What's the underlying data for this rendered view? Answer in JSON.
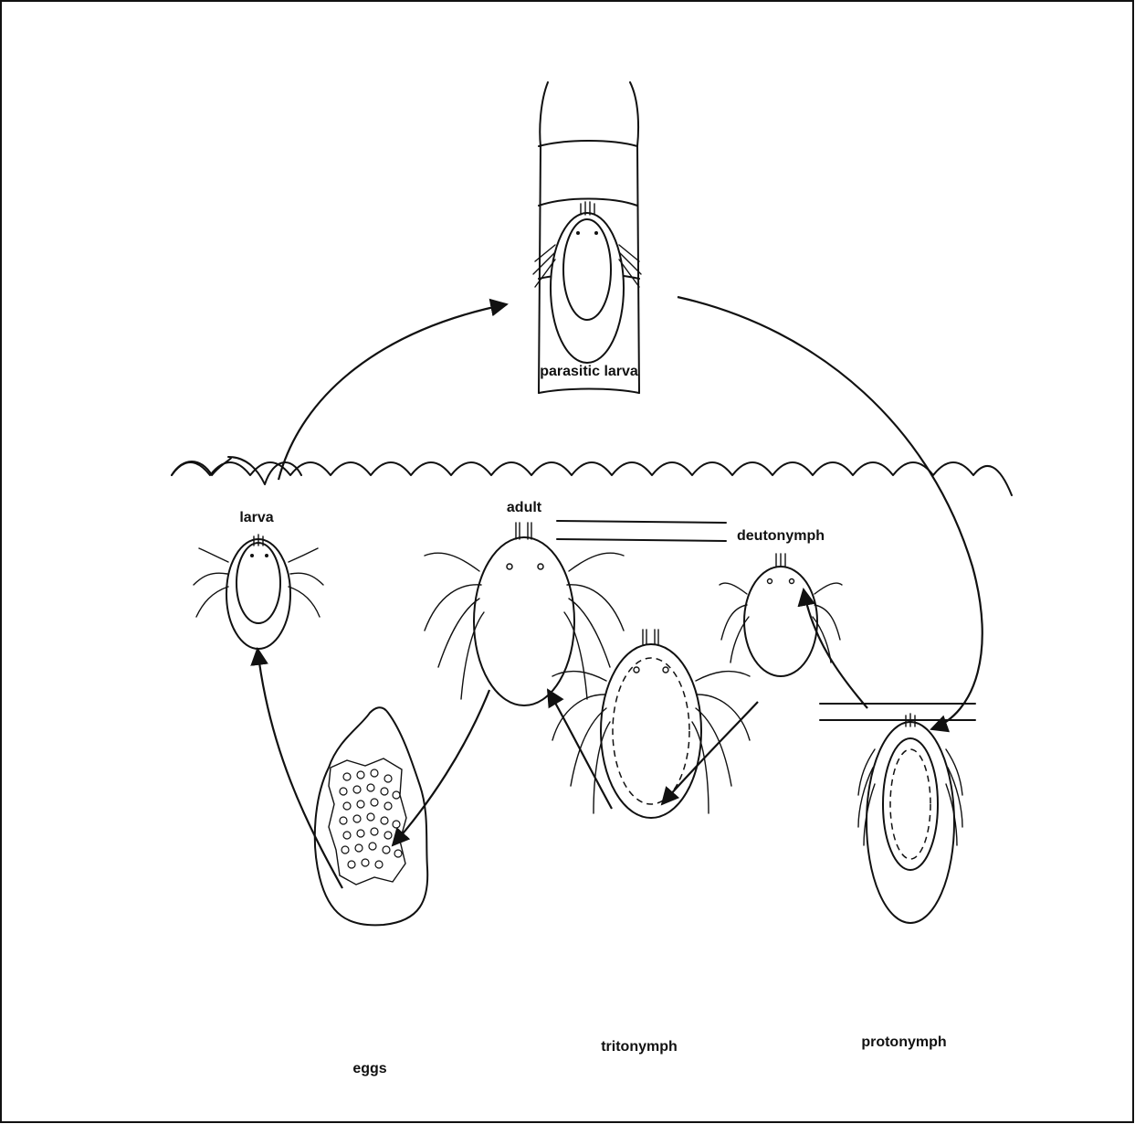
{
  "labels": {
    "parasitic_larva": "parasitic larva",
    "larva": "larva",
    "adult": "adult",
    "deutonymph": "deutonymph",
    "eggs": "eggs",
    "tritonymph": "tritonymph",
    "protonymph": "protonymph"
  }
}
